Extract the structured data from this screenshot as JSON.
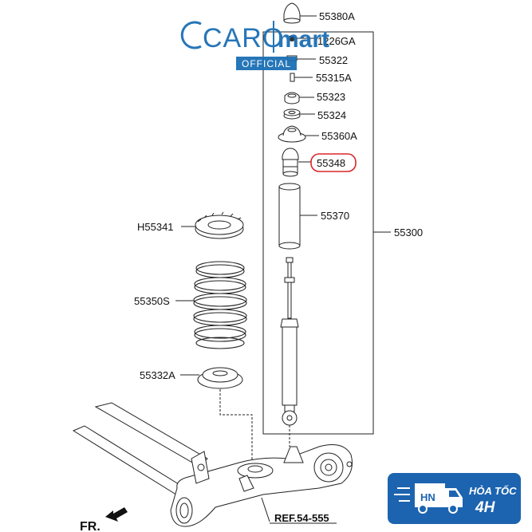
{
  "brand": {
    "name_left": "CARO",
    "name_right": "mart",
    "tag": "OFFICIAL",
    "colors": {
      "blue": "#1b6fb5",
      "tag_bg": "#1b6fb5"
    }
  },
  "badge": {
    "code": "HN",
    "line1": "HỎA TỐC",
    "line2": "4H",
    "colors": {
      "bg": "#1c64b0",
      "text": "#ffffff"
    }
  },
  "parts": {
    "p55380A": "55380A",
    "p1226GA": "1226GA",
    "p55322": "55322",
    "p55315A": "55315A",
    "p55323": "55323",
    "p55324": "55324",
    "p55360A": "55360A",
    "p55348": "55348",
    "p55370": "55370",
    "p55300": "55300",
    "pH55341": "H55341",
    "p55350S": "55350S",
    "p55332A": "55332A"
  },
  "highlight": {
    "part": "55348",
    "color": "#d9262c"
  },
  "refs": {
    "ref": "REF.54-555",
    "fr": "FR."
  }
}
